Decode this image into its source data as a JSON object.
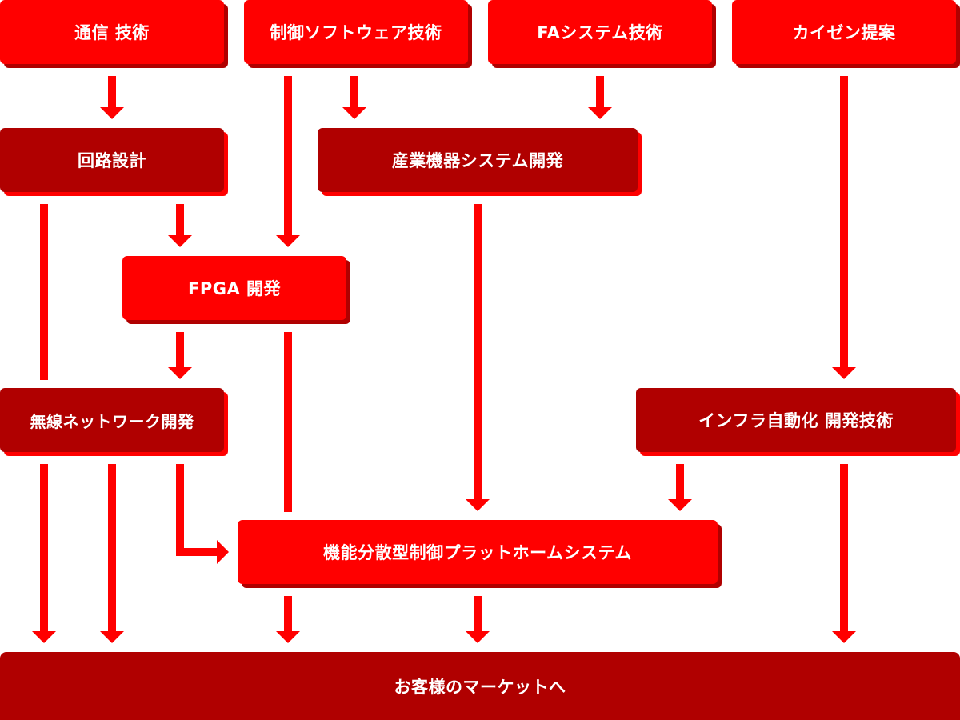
{
  "colors": {
    "bright_red": "#ff0000",
    "dark_red": "#b00000",
    "arrow": "#ff0000"
  },
  "tech": {
    "comm": "通信 技術",
    "control_sw": "制御ソフトウェア技術",
    "fa_system": "FAシステム技術",
    "kaizen": "カイゼン提案"
  },
  "dev": {
    "circuit": "回路設計",
    "industrial": "産業機器システム開発",
    "fpga": "FPGA 開発",
    "wireless": "無線ネットワーク開発",
    "infra": "インフラ自動化 開発技術",
    "platform": "機能分散型制御プラットホームシステム"
  },
  "market": "お客様のマーケットへ"
}
